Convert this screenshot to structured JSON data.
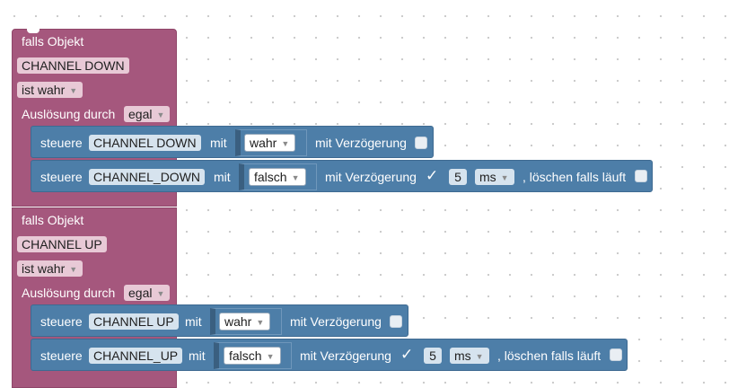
{
  "rule1": {
    "header_label": "falls Objekt",
    "object_name": "CHANNEL DOWN",
    "condition_value": "ist wahr",
    "trigger_label": "Auslösung durch",
    "trigger_value": "egal",
    "action1": {
      "prefix": "steuere",
      "target": "CHANNEL DOWN",
      "with": "mit",
      "value": "wahr",
      "delay_label": "mit Verzögerung",
      "delay_checked": false
    },
    "action2": {
      "prefix": "steuere",
      "target": "CHANNEL_DOWN",
      "with": "mit",
      "value": "falsch",
      "delay_label": "mit Verzögerung",
      "delay_checked": true,
      "check_mark": "✓",
      "delay_amount": "5",
      "delay_unit": "ms",
      "clear_label": ", löschen falls läuft",
      "clear_checked": false
    }
  },
  "rule2": {
    "header_label": "falls Objekt",
    "object_name": "CHANNEL UP",
    "condition_value": "ist wahr",
    "trigger_label": "Auslösung durch",
    "trigger_value": "egal",
    "action1": {
      "prefix": "steuere",
      "target": "CHANNEL UP",
      "with": "mit",
      "value": "wahr",
      "delay_label": "mit Verzögerung",
      "delay_checked": false
    },
    "action2": {
      "prefix": "steuere",
      "target": "CHANNEL_UP",
      "with": "mit",
      "value": "falsch",
      "delay_label": "mit Verzögerung",
      "delay_checked": true,
      "check_mark": "✓",
      "delay_amount": "5",
      "delay_unit": "ms",
      "clear_label": ", löschen falls läuft",
      "clear_checked": false
    }
  },
  "dropdown_arrow": "▼",
  "colors": {
    "event_block": "#a5577d",
    "action_block": "#4d7ea8",
    "workspace": "#ffffff"
  }
}
